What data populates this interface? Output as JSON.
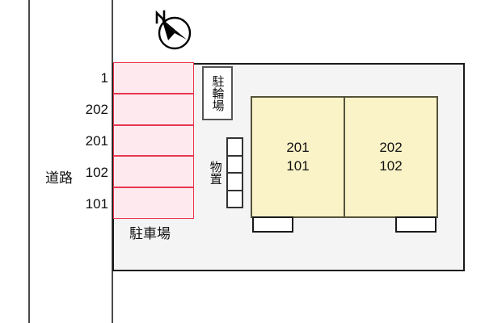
{
  "site": {
    "road_label": "道路",
    "parking_caption": "駐車場",
    "bicycle_parking_label": "駐輪場",
    "storage_label": "物置",
    "compass_letter": "N"
  },
  "parking": {
    "slots": [
      {
        "label": "1"
      },
      {
        "label": "202"
      },
      {
        "label": "201"
      },
      {
        "label": "102"
      },
      {
        "label": "101"
      }
    ]
  },
  "storage": {
    "cell_count": 4
  },
  "building": {
    "units": [
      {
        "upper": "201",
        "lower": "101"
      },
      {
        "upper": "202",
        "lower": "102"
      }
    ]
  },
  "colors": {
    "parking_fill": "#fde9ee",
    "parking_stroke": "#e8384f",
    "building_fill": "#faf3c8",
    "building_stroke": "#55523a",
    "site_fill": "#f4f4f4",
    "site_stroke": "#1a1a1a",
    "road_stroke": "#4a4a4a"
  }
}
